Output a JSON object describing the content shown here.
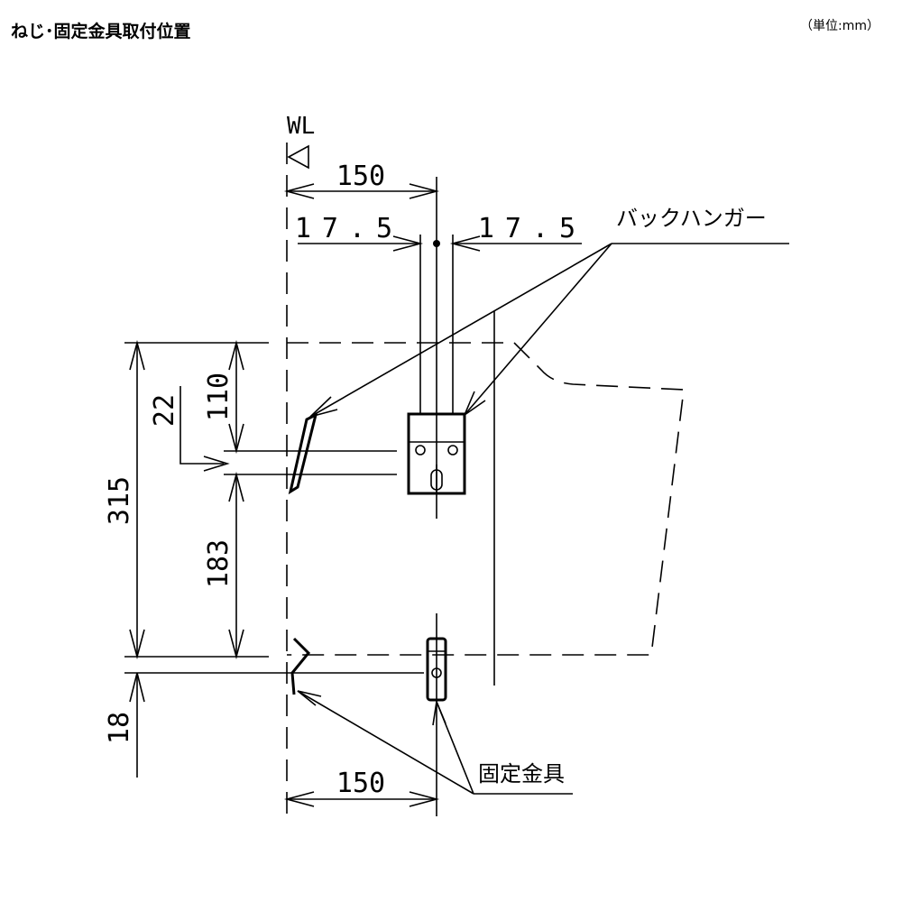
{
  "header": {
    "title": "ねじ･固定金具取付位置",
    "unit": "（単位:mm）"
  },
  "drawing": {
    "datum_label": "WL",
    "dimensions": {
      "top_width": "150",
      "offset_left": "17.5",
      "offset_right": "17.5",
      "bottom_width": "150",
      "total_height": "315",
      "upper_height": "110",
      "hanger_height": "22",
      "lower_height": "183",
      "bottom_height": "18"
    },
    "callouts": {
      "back_hanger": "バックハンガー",
      "fixing_bracket": "固定金具"
    }
  }
}
